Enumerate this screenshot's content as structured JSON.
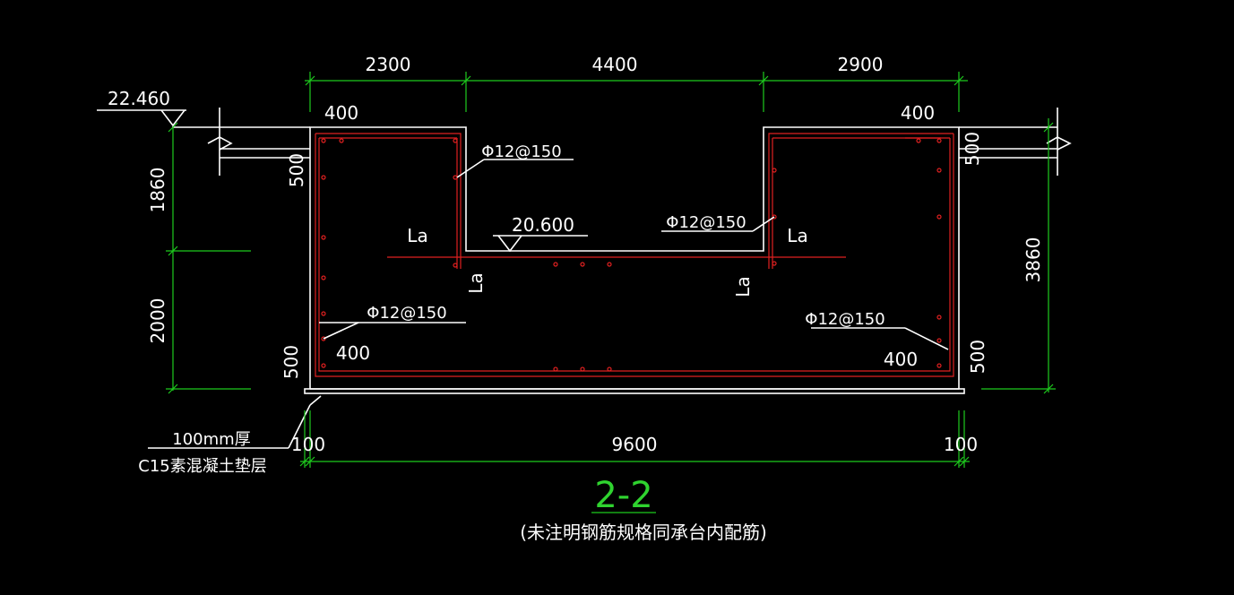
{
  "section": {
    "title": "2-2",
    "note": "(未注明钢筋规格同承台内配筋)"
  },
  "dimensions": {
    "top": [
      "2300",
      "4400",
      "2900"
    ],
    "bottom": [
      "100",
      "9600",
      "100"
    ],
    "left": [
      "1860",
      "2000"
    ],
    "right": "3860",
    "wall_left_top": "400",
    "wall_right_top": "400",
    "wall_left_inner": "500",
    "wall_left_bottom": "500",
    "wall_right_top_v": "500",
    "wall_right_bottom": "500",
    "corner_left": "400",
    "corner_right": "400"
  },
  "elevations": {
    "top": "22.460",
    "pit_bottom": "20.600"
  },
  "rebar": {
    "label_1": "Φ12@150",
    "label_2": "Φ12@150",
    "label_3": "Φ12@150",
    "label_4": "Φ12@150",
    "anchor": "La"
  },
  "cushion": {
    "line1": "100mm厚",
    "line2": "C15素混凝土垫层"
  }
}
